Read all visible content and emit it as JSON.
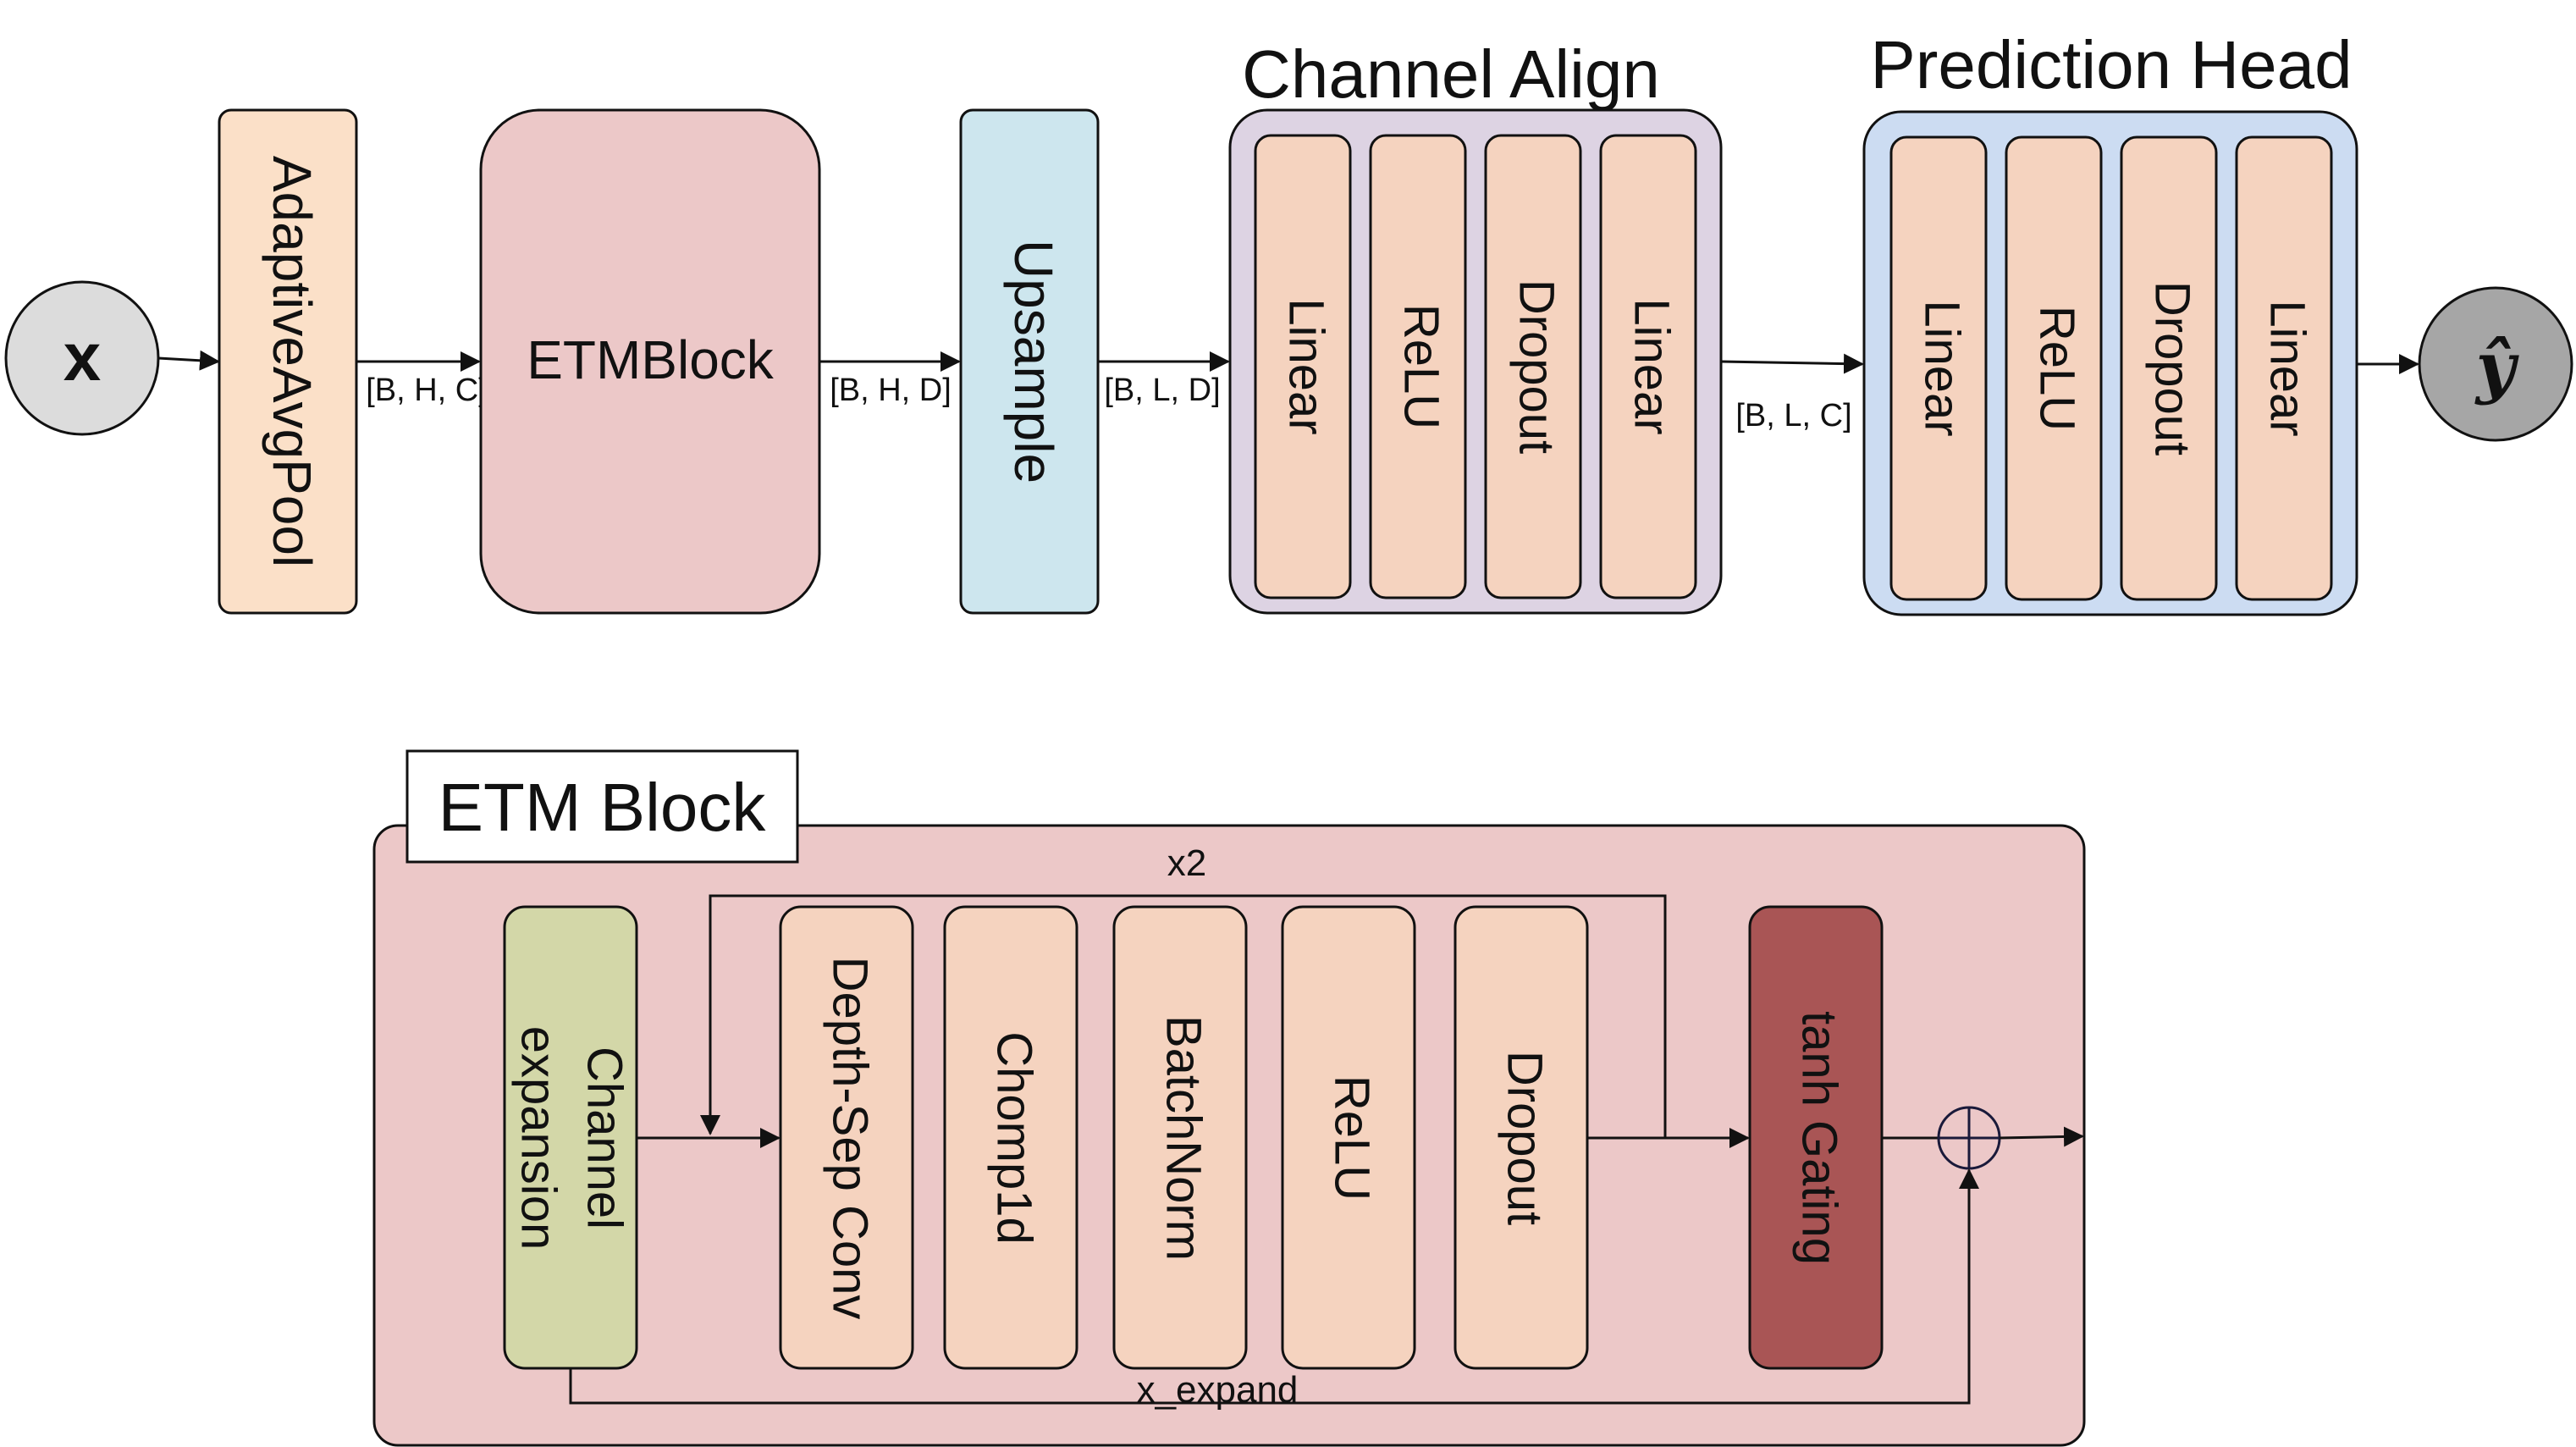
{
  "pipeline": {
    "input_label": "x",
    "output_label": "ŷ",
    "adaptive_pool_label": "AdaptiveAvgPool",
    "etm_block_label": "ETMBlock",
    "upsample_label": "Upsample",
    "channel_align": {
      "title": "Channel Align",
      "layers": [
        "Linear",
        "ReLU",
        "Dropout",
        "Linear"
      ]
    },
    "prediction_head": {
      "title": "Prediction Head",
      "layers": [
        "Linear",
        "ReLU",
        "Dropout",
        "Linear"
      ]
    },
    "shape_labels": {
      "after_pool": "[B, H, C]",
      "after_etm": "[B, H, D]",
      "after_upsample": "[B, L, D]",
      "after_align": "[B, L, C]"
    }
  },
  "etm_block": {
    "title": "ETM Block",
    "channel_expansion_lines": [
      "Channel",
      "expansion"
    ],
    "layers": [
      "Depth-Sep Conv",
      "Chomp1d",
      "BatchNorm",
      "ReLU",
      "Dropout"
    ],
    "gating_label": "tanh Gating",
    "repeat_label": "x2",
    "skip_label": "x_expand"
  },
  "colors": {
    "input_node": "#dcdcdc",
    "output_node": "#a6a6a6",
    "pool_block": "#fbe0c8",
    "etm_block": "#ecc8c8",
    "upsample_block": "#cde6ee",
    "channel_align_group": "#ddd3e3",
    "prediction_head_group": "#ccdcf2",
    "layer_block": "#f5d3bf",
    "etm_panel": "#ecc8c8",
    "channel_expansion": "#d3d7a8",
    "gating_block": "#a95555",
    "stroke": "#111111"
  }
}
